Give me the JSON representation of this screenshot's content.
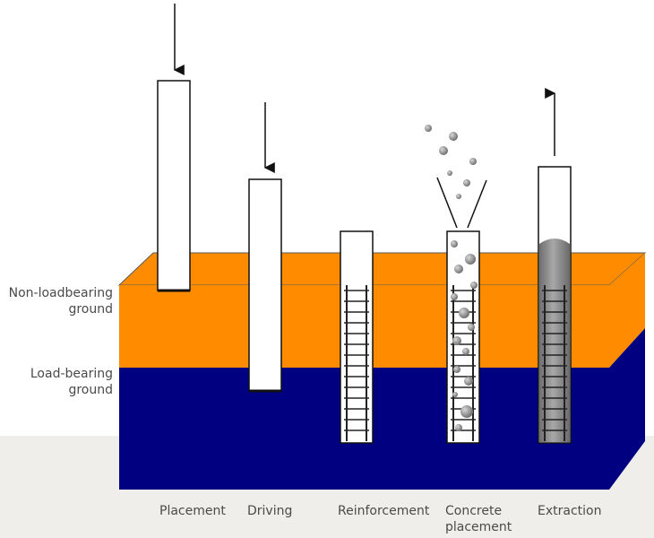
{
  "layers": {
    "upper": {
      "label_line1": "Non-loadbearing",
      "label_line2": "ground",
      "color": "#ff8c00"
    },
    "lower": {
      "label_line1": "Load-bearing",
      "label_line2": "ground",
      "color": "#000080"
    }
  },
  "steps": [
    {
      "label": "Placement"
    },
    {
      "label": "Driving"
    },
    {
      "label": "Reinforcement"
    },
    {
      "label_line1": "Concrete",
      "label_line2": "placement"
    },
    {
      "label": "Extraction"
    }
  ],
  "colors": {
    "background_band": "#f0eeea",
    "casing": "#ffffff",
    "rebar": "#222222",
    "concrete": "#8a8a8a"
  }
}
